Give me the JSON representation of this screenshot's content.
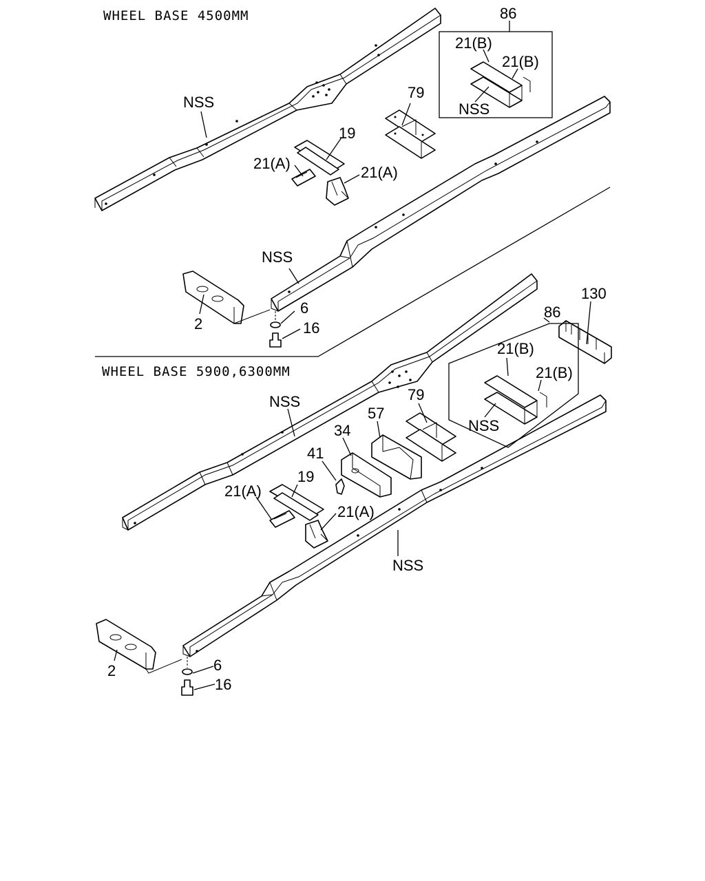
{
  "section_1": {
    "heading": "WHEEL BASE 4500MM",
    "labels": {
      "nss_left_rail": "NSS",
      "nss_right_rail": "NSS",
      "c79": "79",
      "c19": "19",
      "c21a_left": "21(A)",
      "c21a_right": "21(A)",
      "c2": "2",
      "c6": "6",
      "c16": "16"
    },
    "inset": {
      "c86": "86",
      "c21b_top": "21(B)",
      "c21b_right": "21(B)",
      "nss": "NSS"
    }
  },
  "section_2": {
    "heading": "WHEEL BASE 5900,6300MM",
    "labels": {
      "nss_left_rail": "NSS",
      "nss_right_rail": "NSS",
      "c130": "130",
      "c79": "79",
      "c57": "57",
      "c34": "34",
      "c41": "41",
      "c19": "19",
      "c21a_left": "21(A)",
      "c21a_right": "21(A)",
      "c2": "2",
      "c6": "6",
      "c16": "16"
    },
    "inset": {
      "c86": "86",
      "c21b_top": "21(B)",
      "c21b_right": "21(B)",
      "nss": "NSS"
    }
  }
}
